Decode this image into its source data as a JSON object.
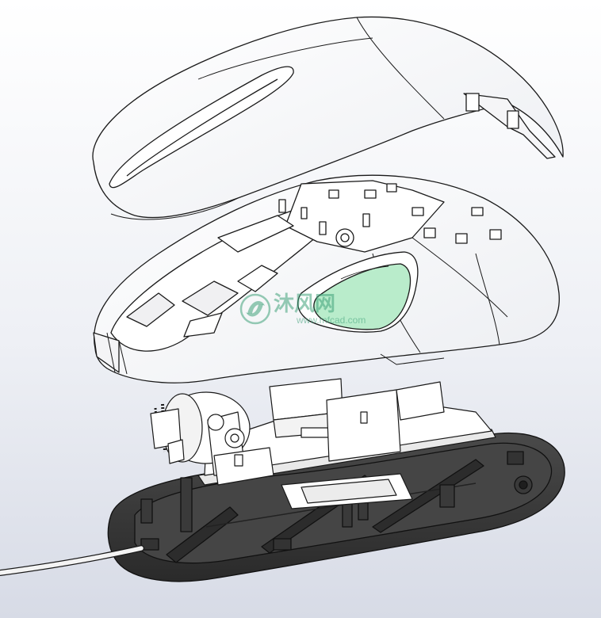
{
  "image": {
    "subject": "exploded-mouse-assembly",
    "colors": {
      "background_top": "#ffffff",
      "background_bottom": "#d7dbe6",
      "outline": "#1a1a1a",
      "shell": "#ffffff",
      "base": "#3a3a3a",
      "base_rim": "#1c1c1c",
      "side_panel": "#b9eccb",
      "cable": "#f4f4f4"
    }
  },
  "watermark": {
    "title": "沐风网",
    "url": "www.mfcad.com",
    "logo_icon": "mf-swirl-logo-icon"
  }
}
